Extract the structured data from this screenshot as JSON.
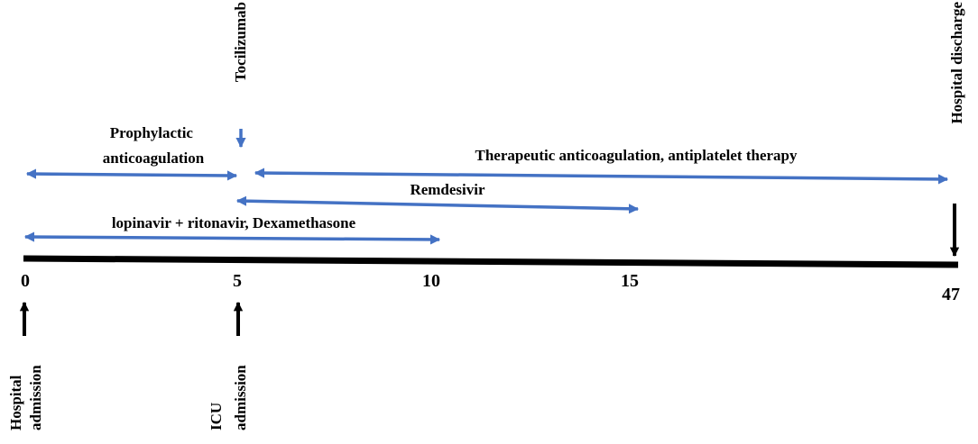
{
  "colors": {
    "arrow_blue": "#4472C4",
    "axis_black": "#000000",
    "text": "#000000"
  },
  "axis": {
    "ticks": [
      {
        "value": 0,
        "label": "0"
      },
      {
        "value": 5,
        "label": "5"
      },
      {
        "value": 10,
        "label": "10"
      },
      {
        "value": 15,
        "label": "15"
      },
      {
        "value": 47,
        "label": "47"
      }
    ]
  },
  "treatments": [
    {
      "id": "prophylactic",
      "start": 0,
      "end": 5,
      "lines": [
        "Prophylactic",
        "anticoagulation"
      ]
    },
    {
      "id": "therapeutic",
      "start": 5,
      "end": 47,
      "lines": [
        "Therapeutic anticoagulation, antiplatelet therapy"
      ]
    },
    {
      "id": "remdesivir",
      "start": 5,
      "end": 15,
      "lines": [
        "Remdesivir"
      ]
    },
    {
      "id": "lopinavir",
      "start": 0,
      "end": 10,
      "lines": [
        "lopinavir + ritonavir, Dexamethasone"
      ]
    }
  ],
  "events": [
    {
      "id": "tocilizumab",
      "day": 5,
      "position": "top",
      "lines": [
        "Tocilizumab"
      ]
    },
    {
      "id": "hospital-discharge",
      "day": 47,
      "position": "top",
      "lines": [
        "Hospital discharge"
      ]
    },
    {
      "id": "hospital-admission",
      "day": 0,
      "position": "bottom",
      "lines": [
        "Hospital",
        "admission"
      ]
    },
    {
      "id": "icu-admission",
      "day": 5,
      "position": "bottom",
      "lines": [
        "ICU",
        "admission"
      ]
    }
  ]
}
